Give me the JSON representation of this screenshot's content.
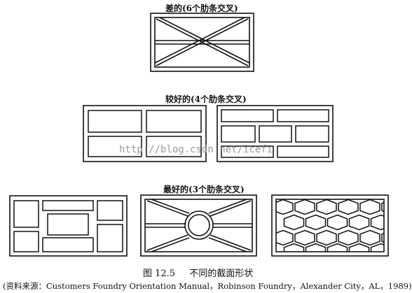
{
  "groups": {
    "bad": {
      "label": "差的(6个肋条交叉)"
    },
    "better": {
      "label": "较好的(4个肋条交叉)"
    },
    "best": {
      "label": "最好的(3个肋条交叉)"
    }
  },
  "figure": {
    "number": "图 12.5",
    "title": "不同的截面形状",
    "source": "(资料来源：Customers Foundry Orientation Manual，Robinson Foundry，Alexander City，AL，1989)"
  },
  "watermark": "http://blog.csdn.net/icefi"
}
